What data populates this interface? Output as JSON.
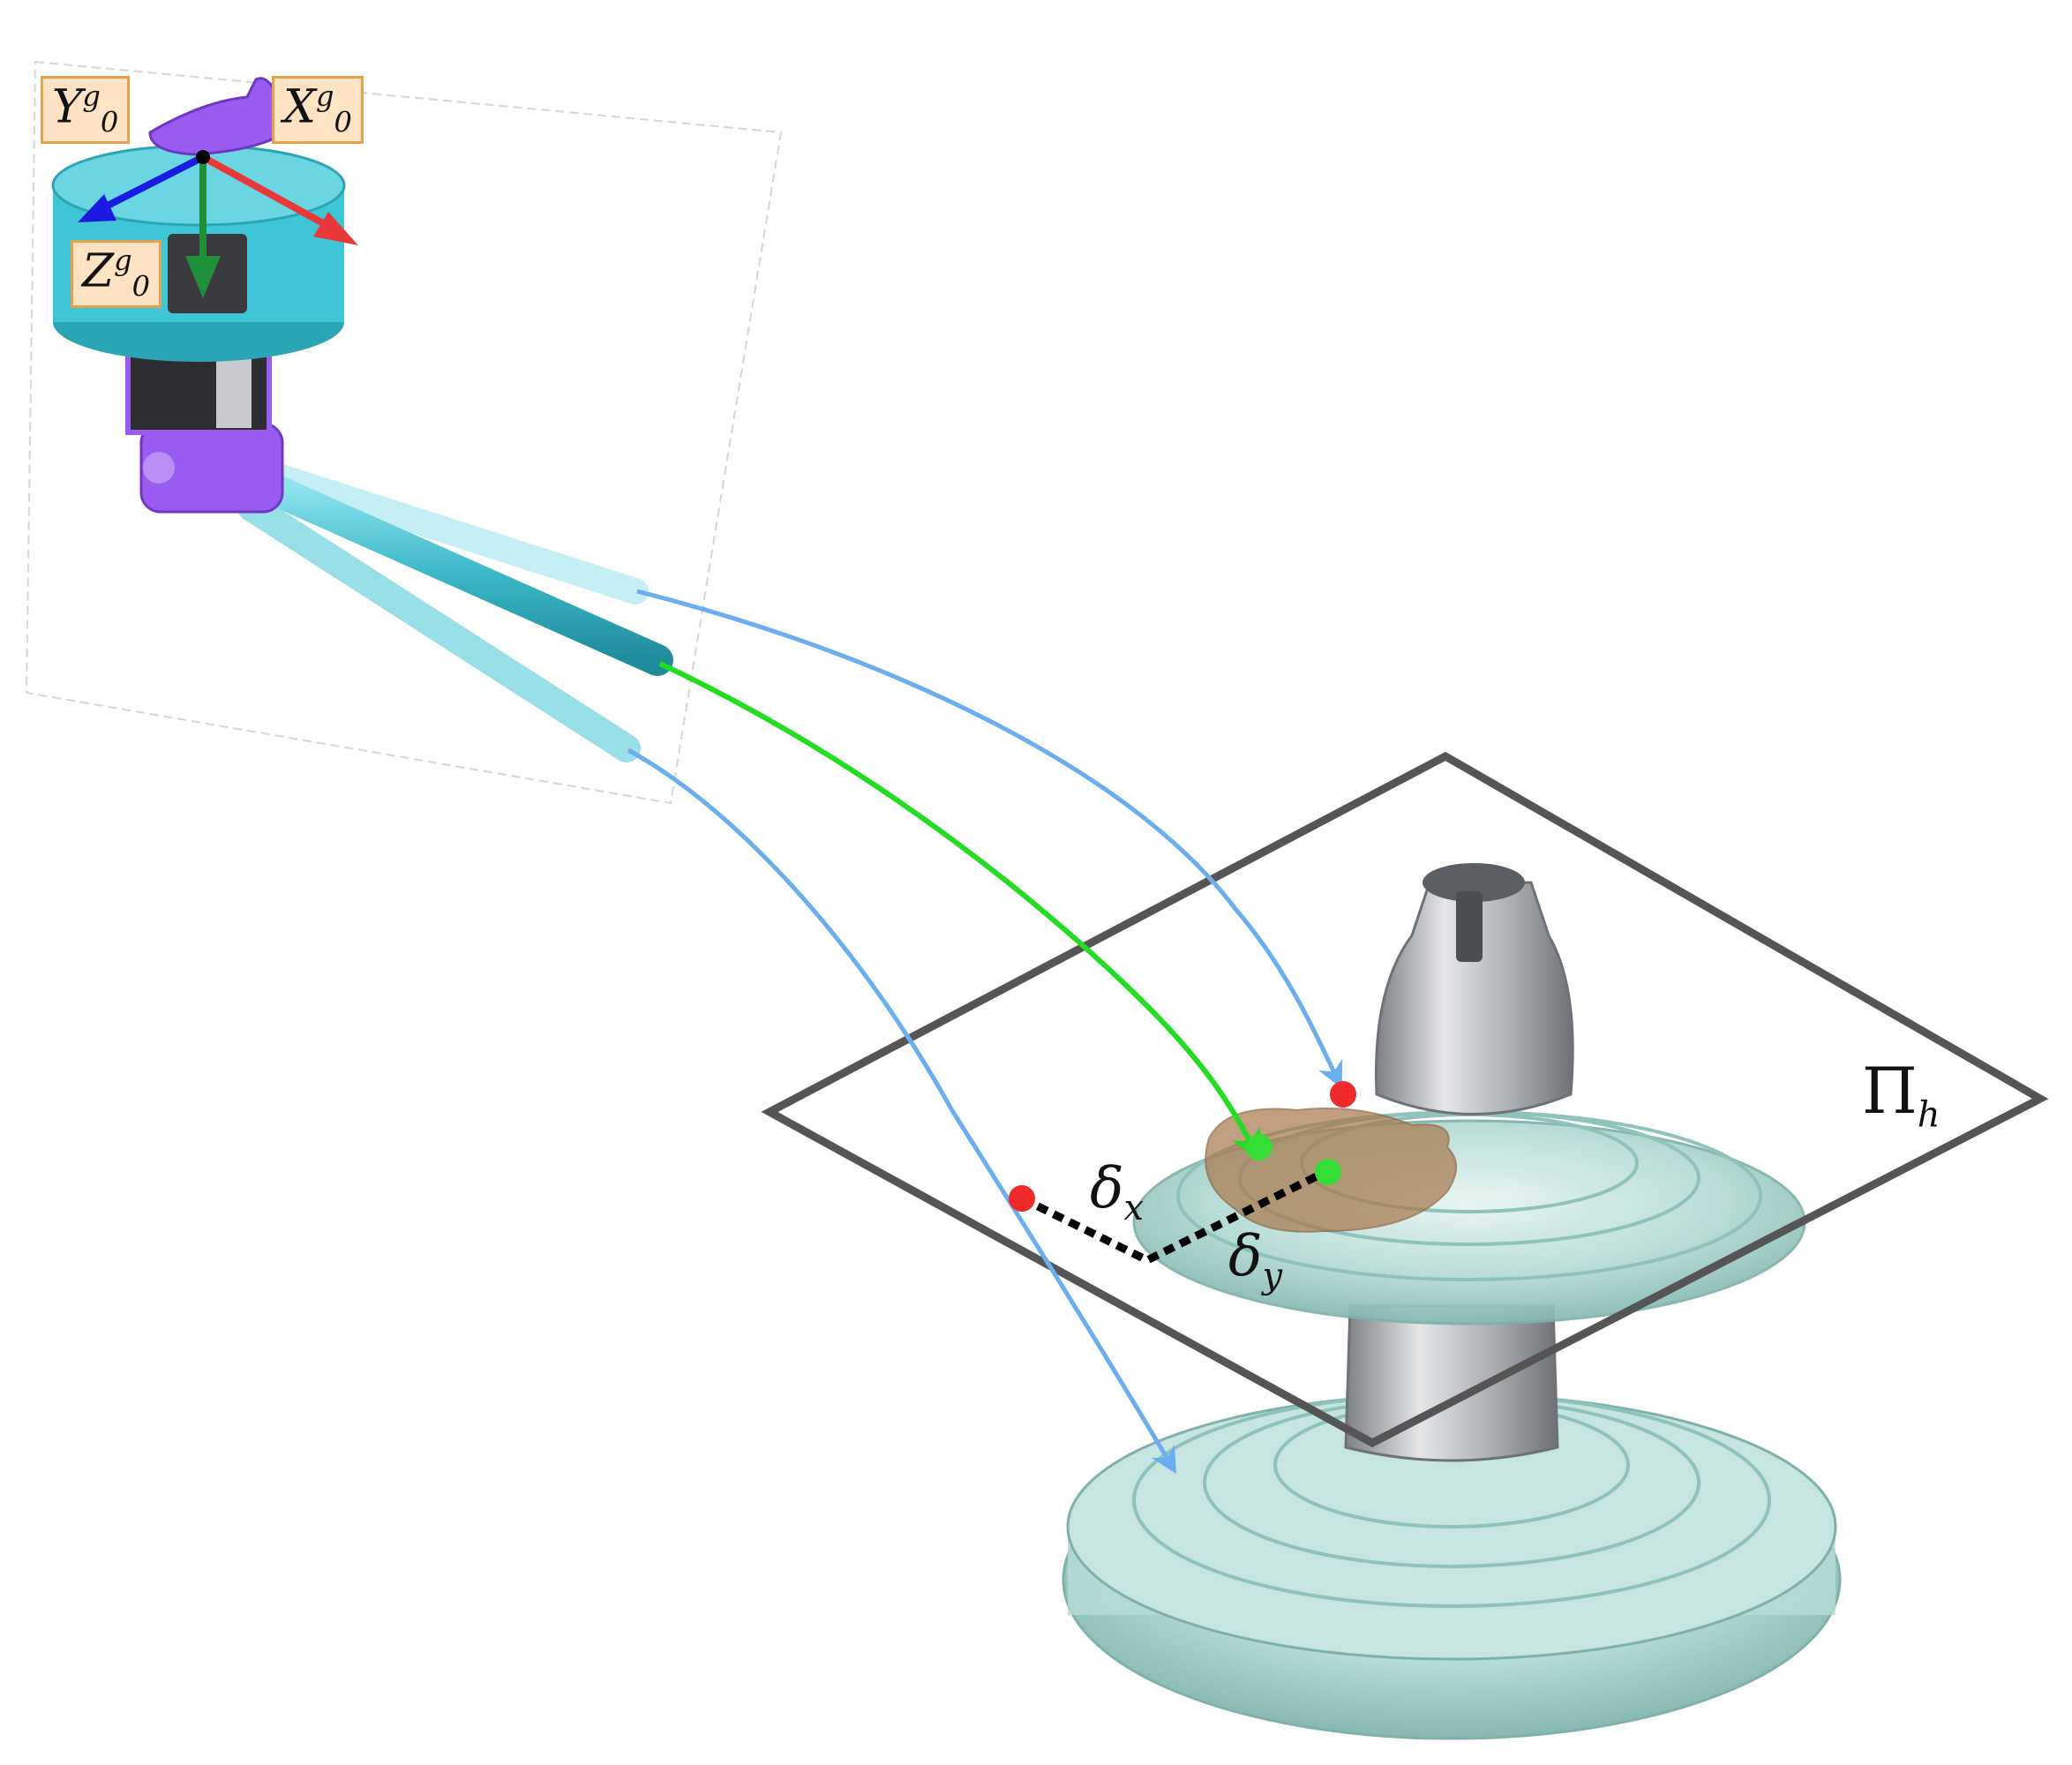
{
  "labels": {
    "y_axis": {
      "base": "Y",
      "sup": "g",
      "sub": "0"
    },
    "x_axis": {
      "base": "X",
      "sup": "g",
      "sub": "0"
    },
    "z_axis": {
      "base": "Z",
      "sup": "g",
      "sub": "0"
    },
    "delta_x": {
      "base": "δ",
      "sub": "x"
    },
    "delta_y": {
      "base": "δ",
      "sub": "y"
    },
    "plane": {
      "base": "Π",
      "sub": "h"
    }
  },
  "colors": {
    "x_axis": "#e8383a",
    "y_axis": "#1a1ae0",
    "z_axis": "#1f8f3a",
    "side_trajectory": "#6aaef0",
    "center_trajectory": "#22dd22",
    "target_point": "#ee2a2a",
    "estimated_point": "#33dd33",
    "plane_edge": "#555555",
    "gripper_body": "#3fc6d6",
    "gripper_joint": "#9a5cf0",
    "insulator_glass": "#a9d4cf",
    "insulator_metal": "#b7b9bb",
    "contamination": "#a97a4f"
  }
}
